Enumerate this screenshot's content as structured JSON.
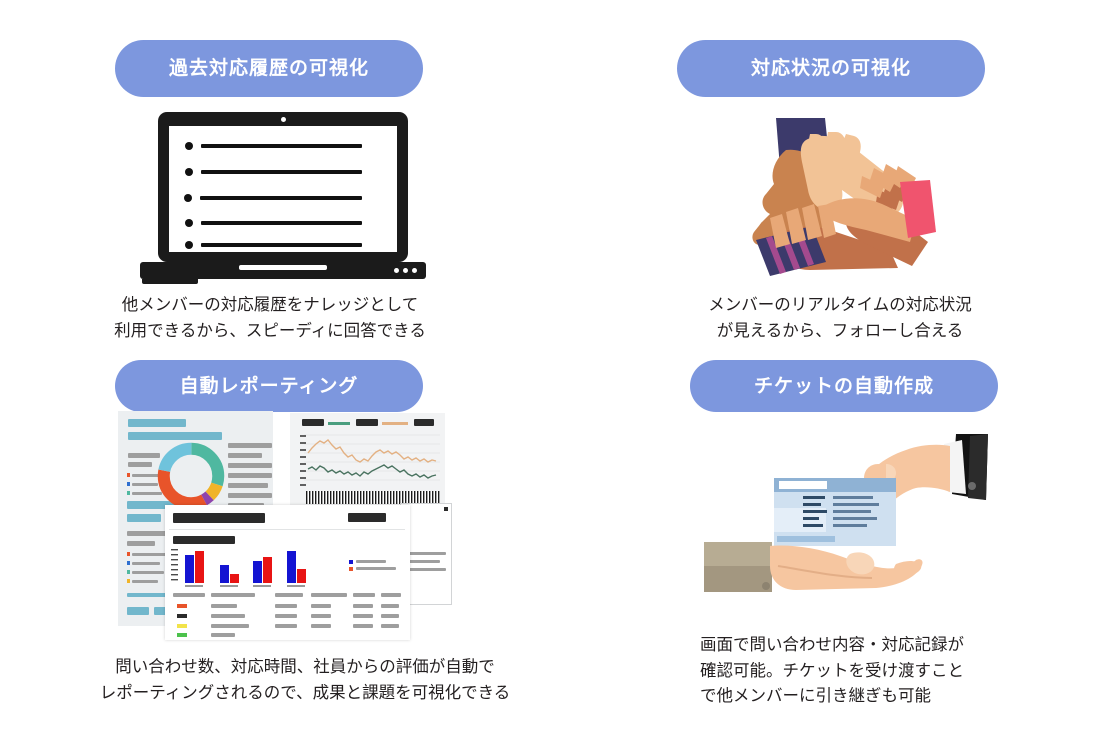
{
  "page": {
    "background": "#ffffff",
    "accent_pill": "#7d97de",
    "text_color": "#231f20"
  },
  "features": [
    {
      "id": "past-history-visualization",
      "pill_label": "過去対応履歴の可視化",
      "caption": "他メンバーの対応履歴をナレッジとして\n利用できるから、スピーディに回答できる",
      "illustration": "laptop-bullet-list"
    },
    {
      "id": "status-visualization",
      "pill_label": "対応状況の可視化",
      "caption": "メンバーのリアルタイムの対応状況\nが見えるから、フォローし合える",
      "illustration": "four-hands-teamwork"
    },
    {
      "id": "auto-reporting",
      "pill_label": "自動レポーティング",
      "caption": "問い合わせ数、対応時間、社員からの評価が自動で\nレポーティングされるので、成果と課題を可視化できる",
      "illustration": "analytics-dashboard"
    },
    {
      "id": "auto-ticket-creation",
      "pill_label": "チケットの自動作成",
      "caption": "画面で問い合わせ内容・対応記録が\n確認可能。チケットを受け渡すこと\nで他メンバーに引き継ぎも可能",
      "illustration": "hand-passing-ticket"
    }
  ],
  "illustration_details": {
    "laptop": {
      "frame_color": "#1b1b1b",
      "screen_color": "#ffffff",
      "list_rows": 5,
      "webcam": "webcam-dot",
      "indicator_dots": 3
    },
    "hands": {
      "skin_tones": [
        "#f2c396",
        "#c1714a",
        "#e8a877",
        "#a8653e"
      ],
      "sleeve_colors": [
        "#3c3a6b",
        "#f0546e",
        "#5b2b6b"
      ],
      "hand_count": 4
    },
    "dashboard": {
      "panel_background": "#eceff1",
      "accent_blue": "#72b7cc",
      "donut_segments": [
        "#4fb8a0",
        "#f0b429",
        "#8e44ad",
        "#e8542a",
        "#6fc3dc"
      ],
      "bar_series": [
        "#1414d2",
        "#e81414"
      ],
      "line_series": [
        "#e3b183",
        "#4a7360"
      ]
    },
    "ticket": {
      "upper_sleeve": "#1a1a1a",
      "lower_sleeve": "#a39780",
      "skin": "#f6c6a0",
      "card_color": "#cfe0f0",
      "card_header": "#8fb2d4"
    }
  }
}
